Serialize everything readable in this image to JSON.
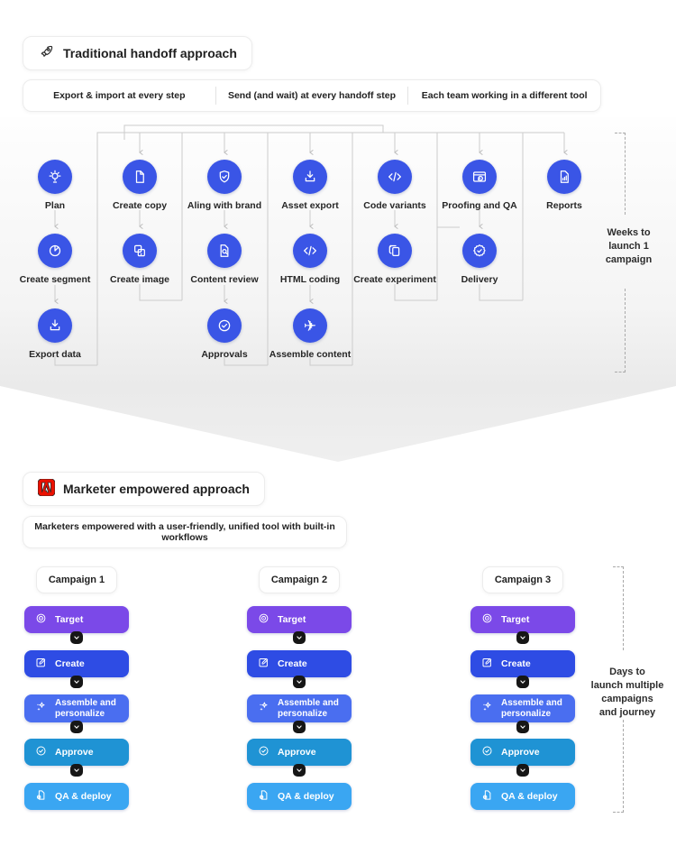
{
  "traditional": {
    "badge_label": "Traditional handoff approach",
    "pain_points": [
      "Export & import at every step",
      "Send (and wait) at every handoff step",
      "Each team working  in a different tool"
    ],
    "columns": [
      {
        "steps": [
          {
            "label": "Plan",
            "icon": "lightbulb-icon"
          },
          {
            "label": "Create segment",
            "icon": "pie-chart-icon"
          },
          {
            "label": "Export data",
            "icon": "download-icon"
          }
        ]
      },
      {
        "steps": [
          {
            "label": "Create copy",
            "icon": "document-icon"
          },
          {
            "label": "Create image",
            "icon": "images-icon"
          }
        ]
      },
      {
        "steps": [
          {
            "label": "Aling with brand",
            "icon": "shield-check-icon"
          },
          {
            "label": "Content review",
            "icon": "document-search-icon"
          },
          {
            "label": "Approvals",
            "icon": "check-circle-icon"
          }
        ]
      },
      {
        "steps": [
          {
            "label": "Asset export",
            "icon": "download-icon"
          },
          {
            "label": "HTML coding",
            "icon": "code-icon"
          },
          {
            "label": "Assemble content",
            "icon": "plane-icon"
          }
        ]
      },
      {
        "steps": [
          {
            "label": "Code variants",
            "icon": "code-icon"
          },
          {
            "label": "Create experiment",
            "icon": "experiment-icon"
          }
        ]
      },
      {
        "steps": [
          {
            "label": "Proofing and QA",
            "icon": "browser-refresh-icon"
          },
          {
            "label": "Delivery",
            "icon": "badge-check-icon"
          }
        ]
      },
      {
        "steps": [
          {
            "label": "Reports",
            "icon": "report-icon"
          }
        ]
      }
    ],
    "duration_note": "Weeks to\nlaunch 1\ncampaign"
  },
  "empowered": {
    "badge_label": "Marketer empowered approach",
    "benefit": "Marketers empowered with a user-friendly, unified tool with built-in workflows",
    "campaigns": [
      "Campaign 1",
      "Campaign 2",
      "Campaign 3"
    ],
    "steps": [
      {
        "label": "Target",
        "icon": "target-icon",
        "color": "#7b49e8"
      },
      {
        "label": "Create",
        "icon": "edit-icon",
        "color": "#2e4ce4"
      },
      {
        "label": "Assemble and personalize",
        "icon": "sparkle-icon",
        "color": "#4a6ef0"
      },
      {
        "label": "Approve",
        "icon": "approve-check-icon",
        "color": "#1f93d4"
      },
      {
        "label": "QA & deploy",
        "icon": "qa-deploy-icon",
        "color": "#3aa6f2"
      }
    ],
    "duration_note": "Days to\nlaunch multiple\ncampaigns\nand journey"
  },
  "colors": {
    "step_circle_blue": "#3a55e6",
    "wire_gray": "#cccccc",
    "dashed_bracket_gray": "#a9a9a9",
    "adobe_red": "#eb1000",
    "connector_black": "#161616"
  }
}
